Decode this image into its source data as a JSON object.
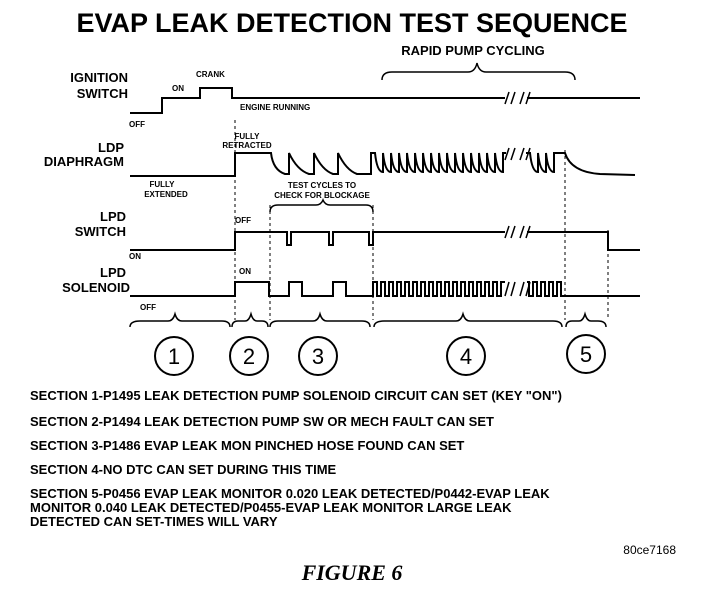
{
  "title": "EVAP LEAK DETECTION TEST SEQUENCE",
  "rapid_pump_label": "RAPID PUMP CYCLING",
  "signals": {
    "ignition": {
      "label_line1": "IGNITION",
      "label_line2": "SWITCH",
      "off": "OFF",
      "on": "ON",
      "crank": "CRANK",
      "running": "ENGINE RUNNING"
    },
    "diaphragm": {
      "label_line1": "LDP",
      "label_line2": "DIAPHRAGM",
      "retracted_line1": "FULLY",
      "retracted_line2": "RETRACTED",
      "extended_line1": "FULLY",
      "extended_line2": "EXTENDED"
    },
    "switch": {
      "label_line1": "LPD",
      "label_line2": "SWITCH",
      "off": "OFF",
      "on": "ON"
    },
    "solenoid": {
      "label_line1": "LPD",
      "label_line2": "SOLENOID",
      "on": "ON",
      "off": "OFF"
    }
  },
  "test_cycles_line1": "TEST CYCLES TO",
  "test_cycles_line2": "CHECK FOR BLOCKAGE",
  "section_numbers": [
    "1",
    "2",
    "3",
    "4",
    "5"
  ],
  "notes": [
    "SECTION 1-P1495 LEAK DETECTION PUMP SOLENOID CIRCUIT CAN SET (KEY \"ON\")",
    "SECTION 2-P1494 LEAK DETECTION PUMP SW OR MECH FAULT CAN SET",
    "SECTION 3-P1486 EVAP LEAK MON PINCHED HOSE FOUND CAN SET",
    "SECTION 4-NO DTC CAN SET DURING THIS TIME",
    "SECTION 5-P0456 EVAP LEAK MONITOR 0.020 LEAK DETECTED/P0442-EVAP LEAK",
    "MONITOR 0.040 LEAK DETECTED/P0455-EVAP LEAK MONITOR LARGE LEAK",
    "DETECTED CAN SET-TIMES WILL VARY"
  ],
  "code": "80ce7168",
  "figure_label": "FIGURE 6"
}
